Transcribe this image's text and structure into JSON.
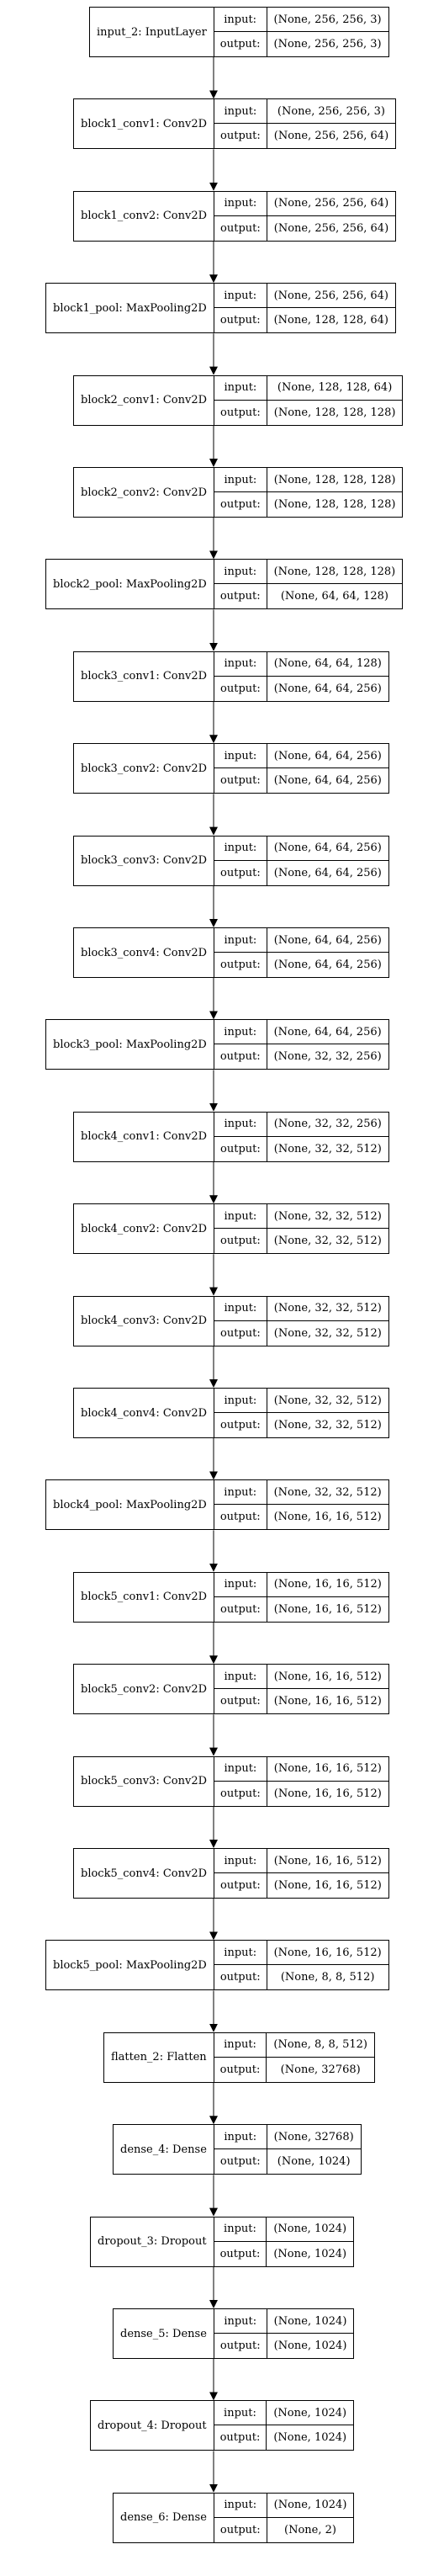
{
  "labels": {
    "input": "input:",
    "output": "output:"
  },
  "arrow_color": "#000000",
  "layers": [
    {
      "name": "input_2: InputLayer",
      "input": "(None, 256, 256, 3)",
      "output": "(None, 256, 256, 3)"
    },
    {
      "name": "block1_conv1: Conv2D",
      "input": "(None, 256, 256, 3)",
      "output": "(None, 256, 256, 64)"
    },
    {
      "name": "block1_conv2: Conv2D",
      "input": "(None, 256, 256, 64)",
      "output": "(None, 256, 256, 64)"
    },
    {
      "name": "block1_pool: MaxPooling2D",
      "input": "(None, 256, 256, 64)",
      "output": "(None, 128, 128, 64)"
    },
    {
      "name": "block2_conv1: Conv2D",
      "input": "(None, 128, 128, 64)",
      "output": "(None, 128, 128, 128)"
    },
    {
      "name": "block2_conv2: Conv2D",
      "input": "(None, 128, 128, 128)",
      "output": "(None, 128, 128, 128)"
    },
    {
      "name": "block2_pool: MaxPooling2D",
      "input": "(None, 128, 128, 128)",
      "output": "(None, 64, 64, 128)"
    },
    {
      "name": "block3_conv1: Conv2D",
      "input": "(None, 64, 64, 128)",
      "output": "(None, 64, 64, 256)"
    },
    {
      "name": "block3_conv2: Conv2D",
      "input": "(None, 64, 64, 256)",
      "output": "(None, 64, 64, 256)"
    },
    {
      "name": "block3_conv3: Conv2D",
      "input": "(None, 64, 64, 256)",
      "output": "(None, 64, 64, 256)"
    },
    {
      "name": "block3_conv4: Conv2D",
      "input": "(None, 64, 64, 256)",
      "output": "(None, 64, 64, 256)"
    },
    {
      "name": "block3_pool: MaxPooling2D",
      "input": "(None, 64, 64, 256)",
      "output": "(None, 32, 32, 256)"
    },
    {
      "name": "block4_conv1: Conv2D",
      "input": "(None, 32, 32, 256)",
      "output": "(None, 32, 32, 512)"
    },
    {
      "name": "block4_conv2: Conv2D",
      "input": "(None, 32, 32, 512)",
      "output": "(None, 32, 32, 512)"
    },
    {
      "name": "block4_conv3: Conv2D",
      "input": "(None, 32, 32, 512)",
      "output": "(None, 32, 32, 512)"
    },
    {
      "name": "block4_conv4: Conv2D",
      "input": "(None, 32, 32, 512)",
      "output": "(None, 32, 32, 512)"
    },
    {
      "name": "block4_pool: MaxPooling2D",
      "input": "(None, 32, 32, 512)",
      "output": "(None, 16, 16, 512)"
    },
    {
      "name": "block5_conv1: Conv2D",
      "input": "(None, 16, 16, 512)",
      "output": "(None, 16, 16, 512)"
    },
    {
      "name": "block5_conv2: Conv2D",
      "input": "(None, 16, 16, 512)",
      "output": "(None, 16, 16, 512)"
    },
    {
      "name": "block5_conv3: Conv2D",
      "input": "(None, 16, 16, 512)",
      "output": "(None, 16, 16, 512)"
    },
    {
      "name": "block5_conv4: Conv2D",
      "input": "(None, 16, 16, 512)",
      "output": "(None, 16, 16, 512)"
    },
    {
      "name": "block5_pool: MaxPooling2D",
      "input": "(None, 16, 16, 512)",
      "output": "(None, 8, 8, 512)"
    },
    {
      "name": "flatten_2: Flatten",
      "input": "(None, 8, 8, 512)",
      "output": "(None, 32768)"
    },
    {
      "name": "dense_4: Dense",
      "input": "(None, 32768)",
      "output": "(None, 1024)"
    },
    {
      "name": "dropout_3: Dropout",
      "input": "(None, 1024)",
      "output": "(None, 1024)"
    },
    {
      "name": "dense_5: Dense",
      "input": "(None, 1024)",
      "output": "(None, 1024)"
    },
    {
      "name": "dropout_4: Dropout",
      "input": "(None, 1024)",
      "output": "(None, 1024)"
    },
    {
      "name": "dense_6: Dense",
      "input": "(None, 1024)",
      "output": "(None, 2)"
    }
  ]
}
